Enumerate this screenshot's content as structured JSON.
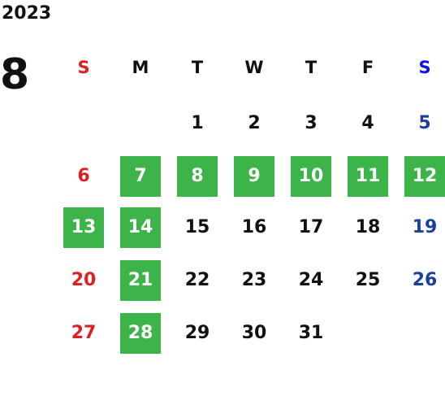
{
  "year": "2023",
  "month": "8",
  "weekdays": [
    "S",
    "M",
    "T",
    "W",
    "T",
    "F",
    "S"
  ],
  "weeks": [
    [
      "",
      "",
      "1",
      "2",
      "3",
      "4",
      "5"
    ],
    [
      "6",
      "7",
      "8",
      "9",
      "10",
      "11",
      "12"
    ],
    [
      "13",
      "14",
      "15",
      "16",
      "17",
      "18",
      "19"
    ],
    [
      "20",
      "21",
      "22",
      "23",
      "24",
      "25",
      "26"
    ],
    [
      "27",
      "28",
      "29",
      "30",
      "31",
      "",
      ""
    ]
  ],
  "highlighted_days": [
    "7",
    "8",
    "9",
    "10",
    "11",
    "12",
    "13",
    "14",
    "21",
    "28"
  ],
  "colors": {
    "sunday": "#e02020",
    "saturday": "#1a3fa0",
    "saturday_header": "#1010ee",
    "highlight_bg": "#3cb44a",
    "highlight_text": "#ffffff",
    "weekday_text": "#111111"
  }
}
